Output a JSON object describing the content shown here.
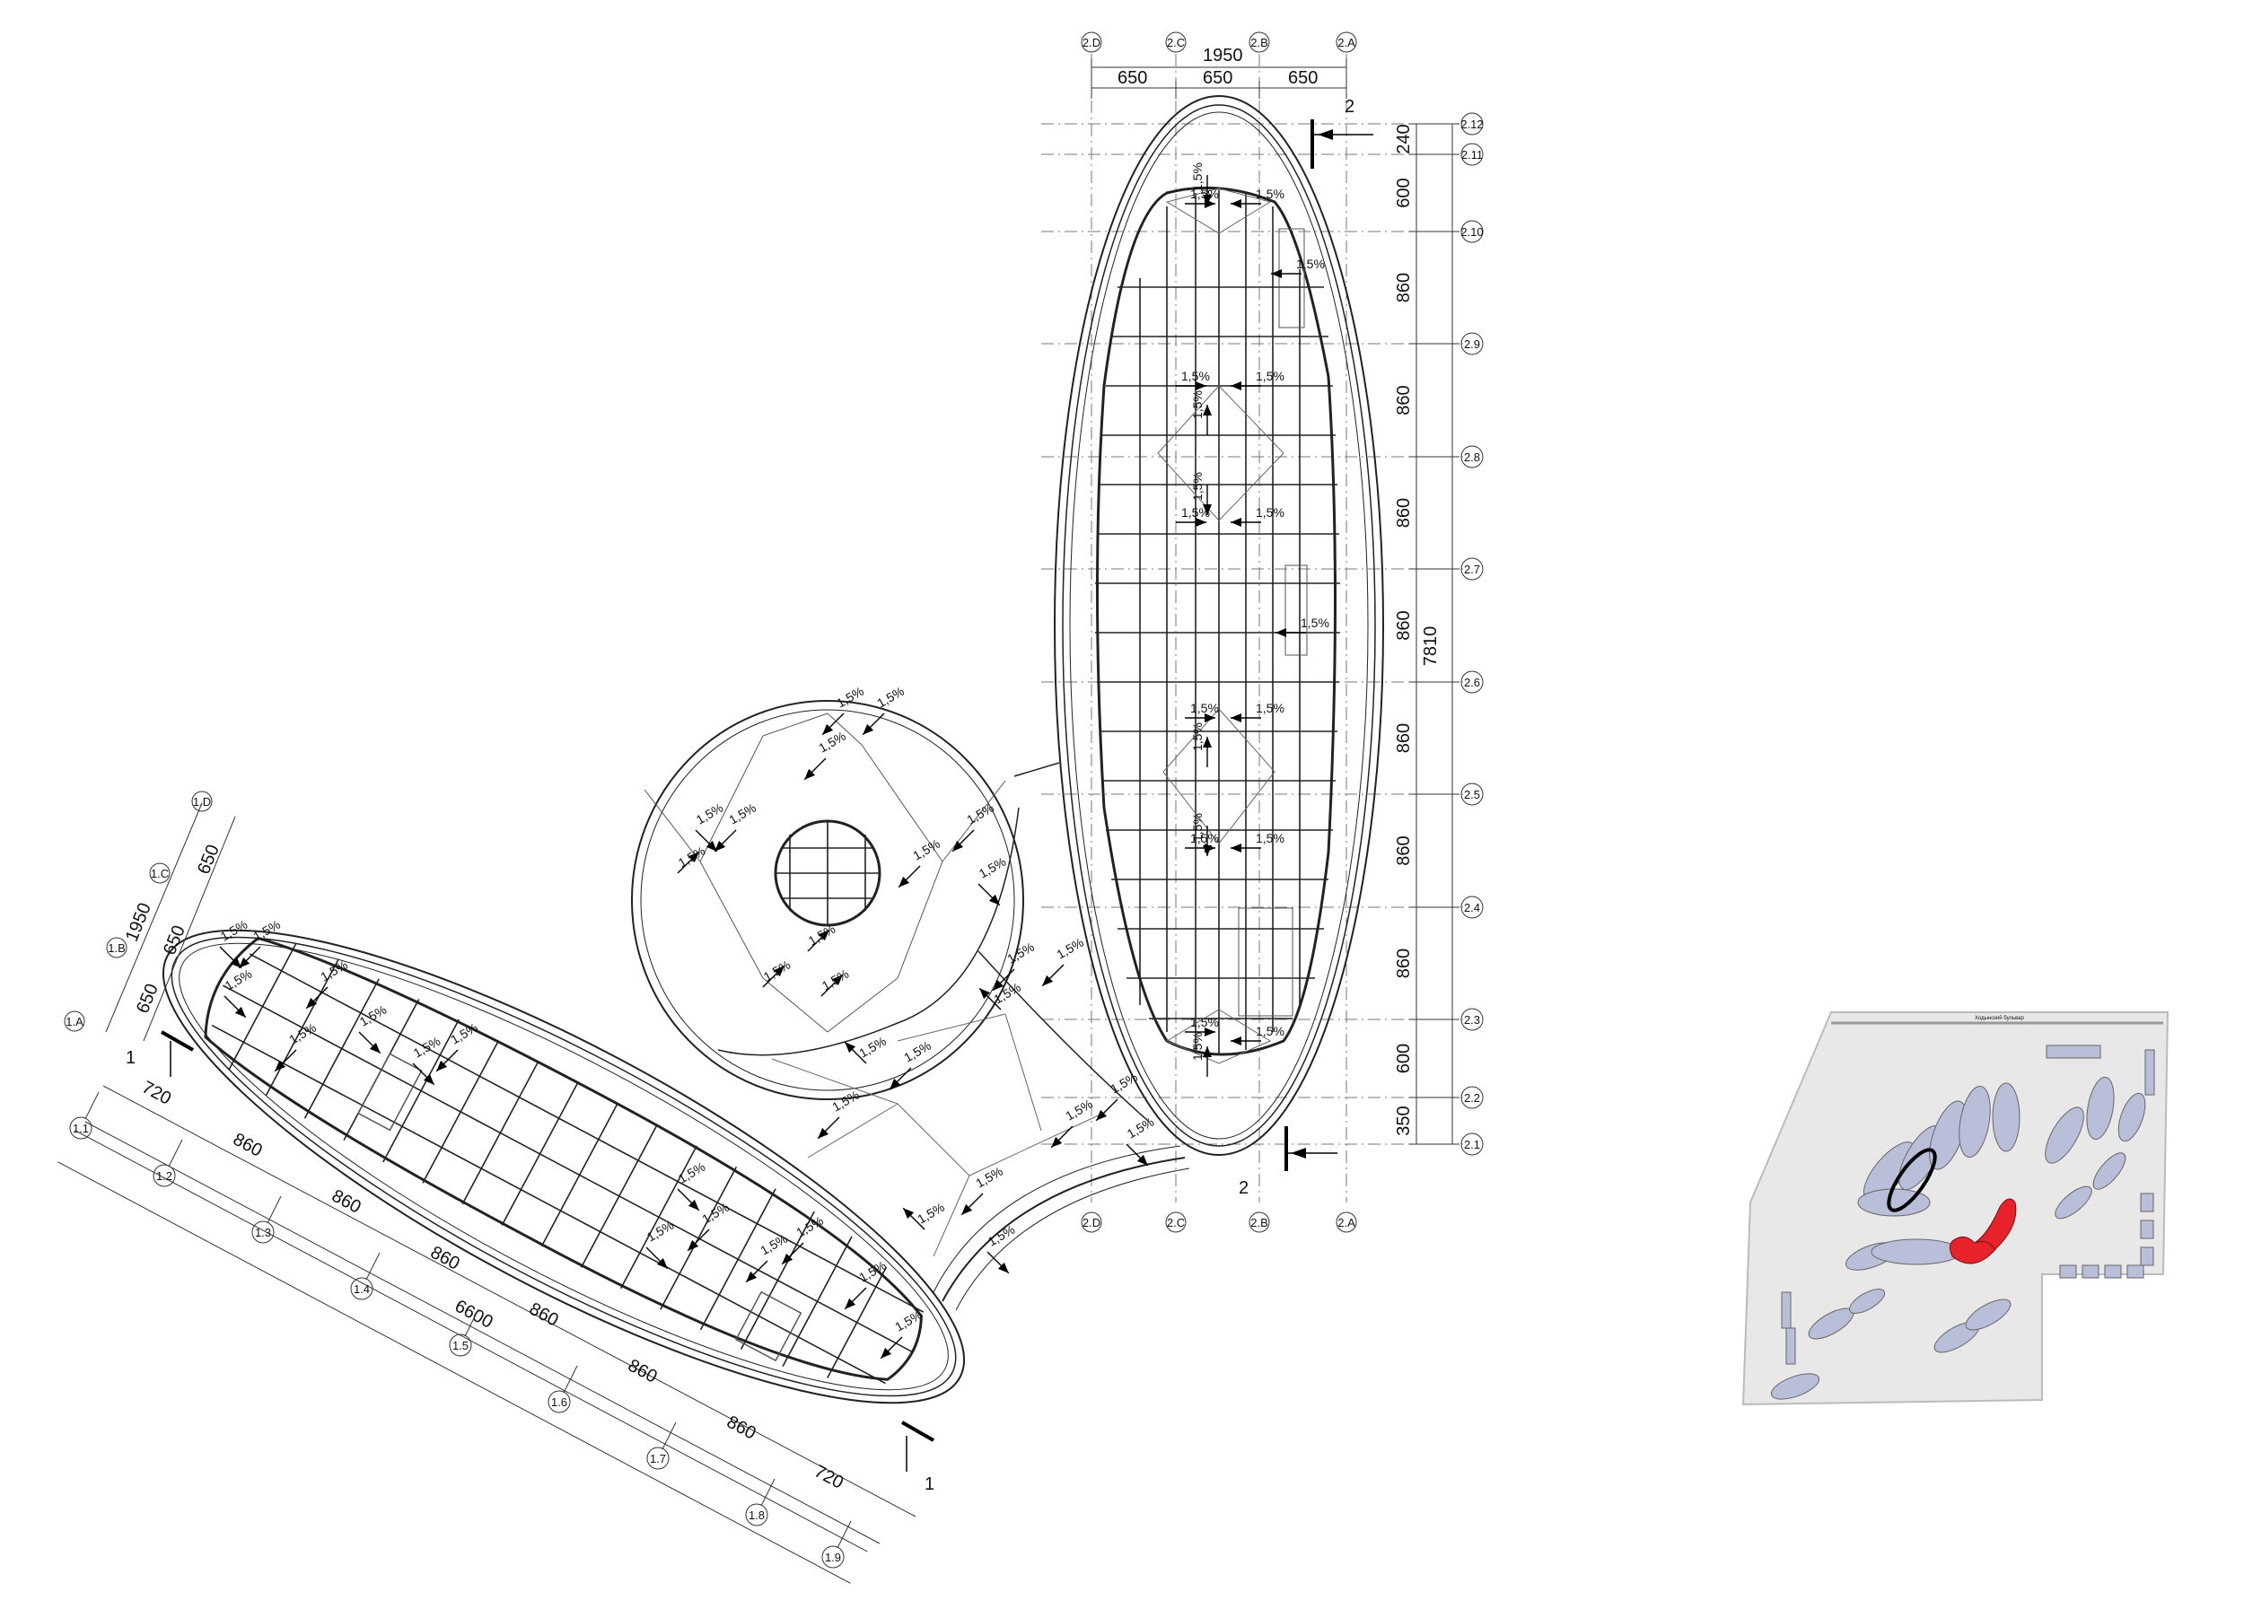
{
  "plan": {
    "axes_top": [
      "2.D",
      "2.C",
      "2.B",
      "2.A"
    ],
    "axes_bottom": [
      "2.D",
      "2.C",
      "2.B",
      "2.A"
    ],
    "top_total_dim": "1950",
    "top_dims": [
      "650",
      "650",
      "650"
    ],
    "right_axes": [
      "2.12",
      "2.11",
      "2.10",
      "2.9",
      "2.8",
      "2.7",
      "2.6",
      "2.5",
      "2.4",
      "2.3",
      "2.2",
      "2.1"
    ],
    "right_dims": [
      "240",
      "600",
      "860",
      "860",
      "860",
      "860",
      "860",
      "860",
      "860",
      "600",
      "350"
    ],
    "right_total_dim": "7810",
    "section_2_label": "2",
    "section_1_label": "1",
    "left_axes": [
      "1.A",
      "1.B",
      "1.C",
      "1.D"
    ],
    "left_dims": [
      "650",
      "650",
      "650"
    ],
    "left_total_dim": "1950",
    "bottom_axes": [
      "1.1",
      "1.2",
      "1.3",
      "1.4",
      "1.5",
      "1.6",
      "1.7",
      "1.8",
      "1.9"
    ],
    "bottom_dims": [
      "720",
      "860",
      "860",
      "860",
      "860",
      "860",
      "860",
      "720"
    ],
    "bottom_total_dim": "6600",
    "slope_label": "1,5%"
  },
  "site_plan": {
    "street_label": "Ходынский бульвар",
    "highlight_color": "#e8222a",
    "building_color": "#b9bfd9"
  }
}
